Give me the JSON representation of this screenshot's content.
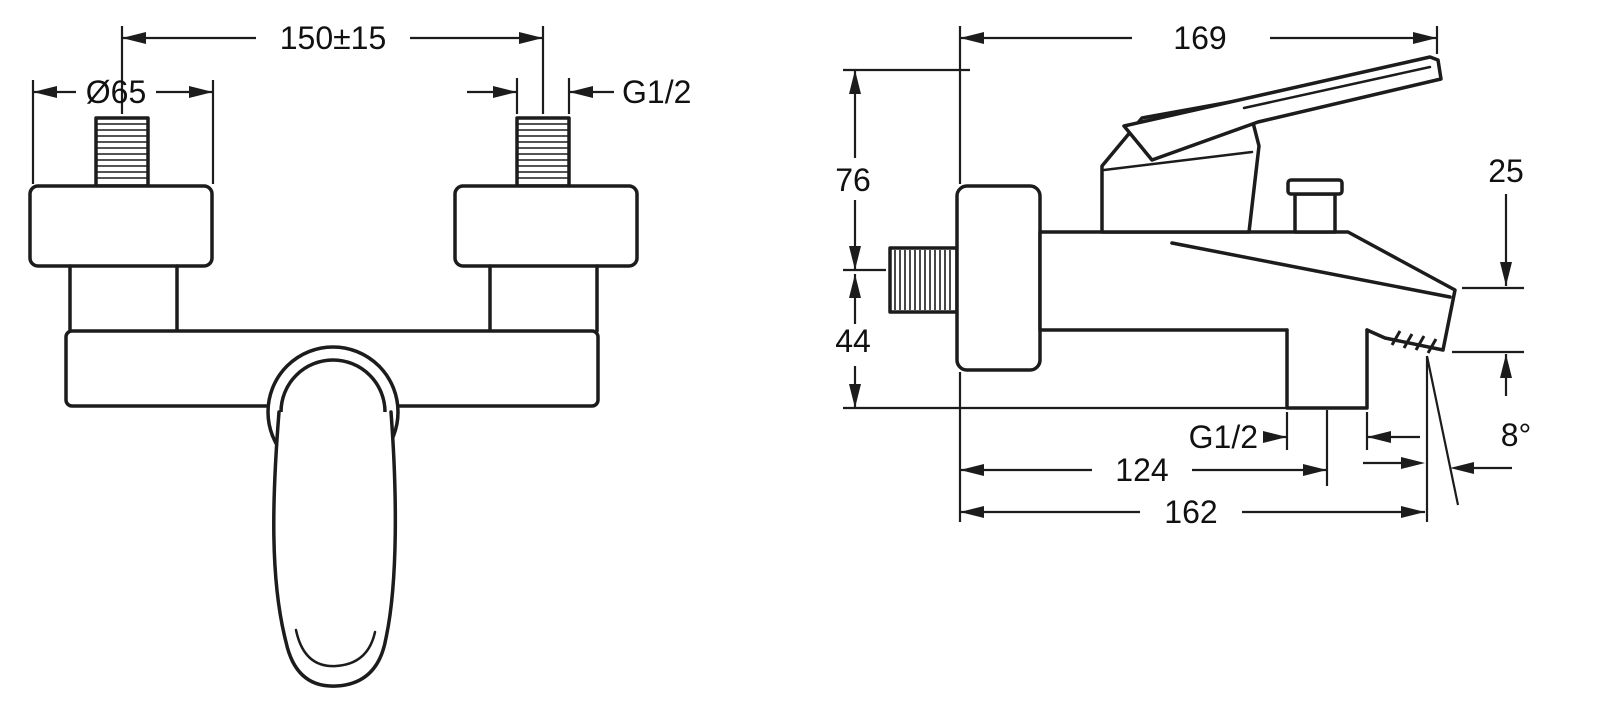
{
  "drawing": {
    "type": "technical-dimension-drawing",
    "subject": "wall-mounted single-lever bath/shower mixer, front and side views",
    "front_view": {
      "dim_width": "150±15",
      "dim_diameter": "Ø65",
      "dim_thread": "G1/2"
    },
    "side_view": {
      "dim_depth": "169",
      "dim_height_upper": "76",
      "dim_height_lower": "44",
      "dim_spout_height": "25",
      "dim_thread": "G1/2",
      "dim_reach_center": "124",
      "dim_reach_total": "162",
      "dim_spout_angle": "8°"
    },
    "colors": {
      "line": "#1c1c1c",
      "background": "#ffffff"
    }
  }
}
